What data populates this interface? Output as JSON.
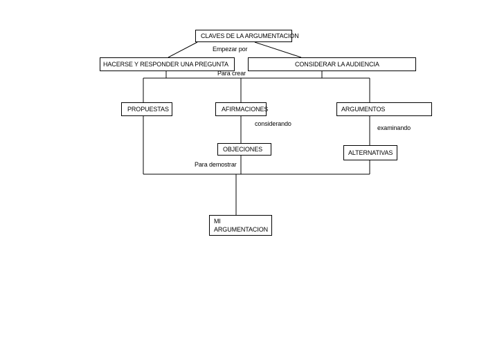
{
  "diagram": {
    "nodes": {
      "root": "CLAVES DE LA ARGUMENTACION",
      "ask": "HACERSE Y RESPONDER UNA PREGUNTA",
      "audience": "CONSIDERAR LA AUDIENCIA",
      "proposals": "PROPUESTAS",
      "claims": "AFIRMACIONES",
      "arguments": "ARGUMENTOS",
      "objections": "OBJECIONES",
      "alternatives": "ALTERNATIVAS",
      "result_line1": "MI",
      "result_line2": "ARGUMENTACION"
    },
    "edge_labels": {
      "start": "Empezar por",
      "create": "Para crear",
      "considering": "considerando",
      "examining": "examinando",
      "demonstrate": "Para demostrar"
    }
  }
}
